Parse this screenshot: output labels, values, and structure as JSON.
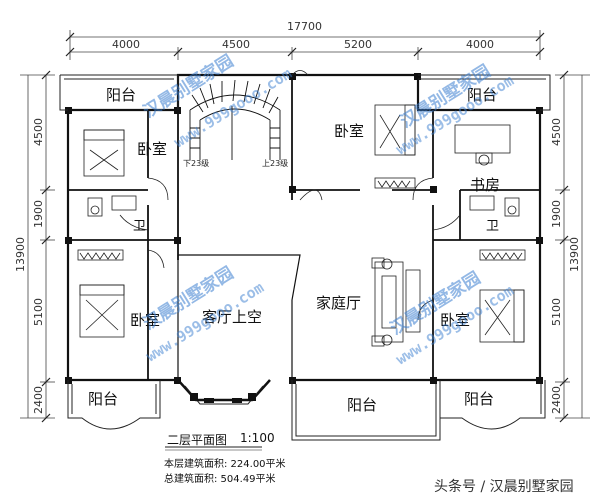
{
  "dimensions": {
    "total_width": "17700",
    "total_depth": "13900",
    "top": [
      "4000",
      "4500",
      "5200",
      "4000"
    ],
    "left": [
      "4500",
      "1900",
      "5100",
      "2400"
    ],
    "right": [
      "4500",
      "1900",
      "5100",
      "2400"
    ]
  },
  "rooms": {
    "balcony_top_left": "阳台",
    "balcony_top_right": "阳台",
    "bedroom_top_left": "卧室",
    "bedroom_top_center": "卧室",
    "study": "书房",
    "bath_left": "卫",
    "bath_right": "卫",
    "bedroom_bottom_left": "卧室",
    "living_void": "客厅上空",
    "family_hall": "家庭厅",
    "bedroom_bottom_right": "卧室",
    "balcony_bottom_left": "阳台",
    "balcony_bottom_center": "阳台",
    "balcony_bottom_right": "阳台"
  },
  "stair_labels": [
    "下23级",
    "上23级"
  ],
  "watermarks": [
    "汉晨别墅家园",
    "www.999gooo.com"
  ],
  "caption": {
    "title": "二层平面图",
    "scale": "1:100",
    "floor_area": "本层建筑面积: 224.00平米",
    "total_area": "总建筑面积: 504.49平米"
  },
  "credit": "头条号 / 汉晨别墅家园"
}
